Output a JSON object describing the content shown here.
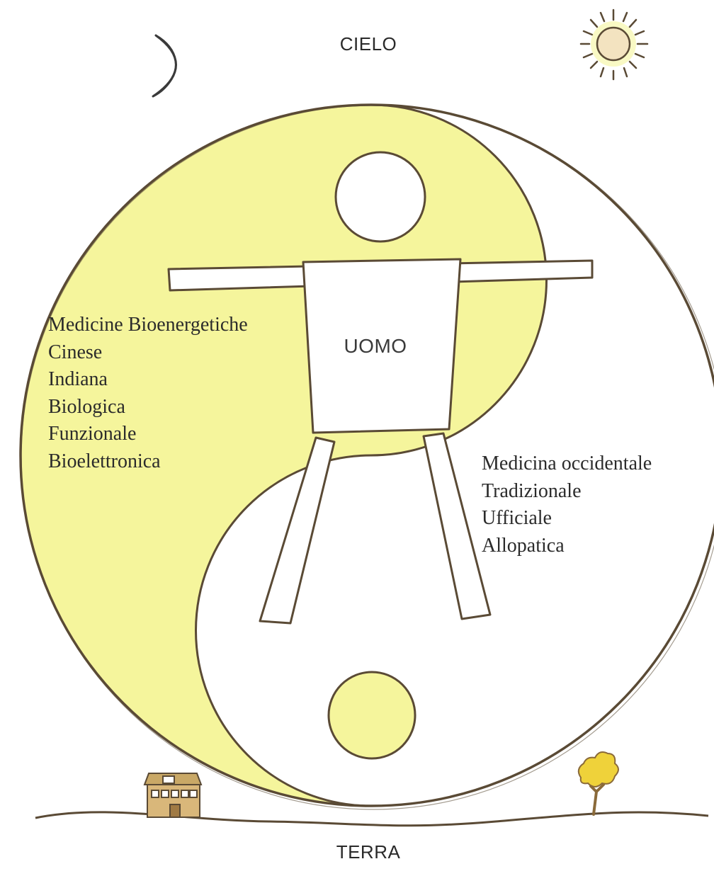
{
  "diagram": {
    "sky_label": "CIELO",
    "earth_label": "TERRA",
    "man_label": "UOMO",
    "left_list": [
      "Medicine Bioenergetiche",
      "Cinese",
      "Indiana",
      "Biologica",
      "Funzionale",
      "Bioelettronica"
    ],
    "right_list": [
      "Medicina occidentale",
      "Tradizionale",
      "Ufficiale",
      "Allopatica"
    ]
  },
  "colors": {
    "yang_yellow": "#f5f59c",
    "outline": "#5a4a35",
    "sun_fill": "#f3e3c0",
    "house_fill": "#d9b77a",
    "tree_leaves": "#efd23a",
    "tree_trunk": "#8a6a3a"
  },
  "icons": {
    "moon": "moon-icon",
    "sun": "sun-icon",
    "house": "house-icon",
    "tree": "tree-icon"
  }
}
